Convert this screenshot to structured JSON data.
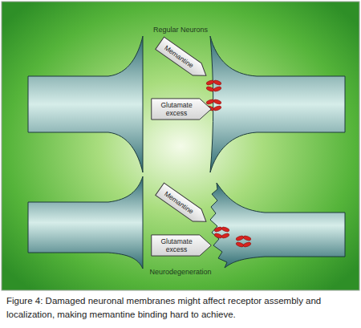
{
  "diagram": {
    "caption": "Figure 4: Damaged neuronal membranes might affect receptor assembly and localization, making memantine binding hard to achieve.",
    "nodes": [
      {
        "text": [
          "Memantine"
        ]
      },
      {
        "text": [
          "Glutamate excess"
        ]
      },
      {
        "text": [
          "Memantine"
        ]
      },
      {
        "text": [
          "Glutamate excess"
        ]
      }
    ],
    "labels": [
      "Regular Neurons",
      "Neurodegeneration"
    ]
  }
}
